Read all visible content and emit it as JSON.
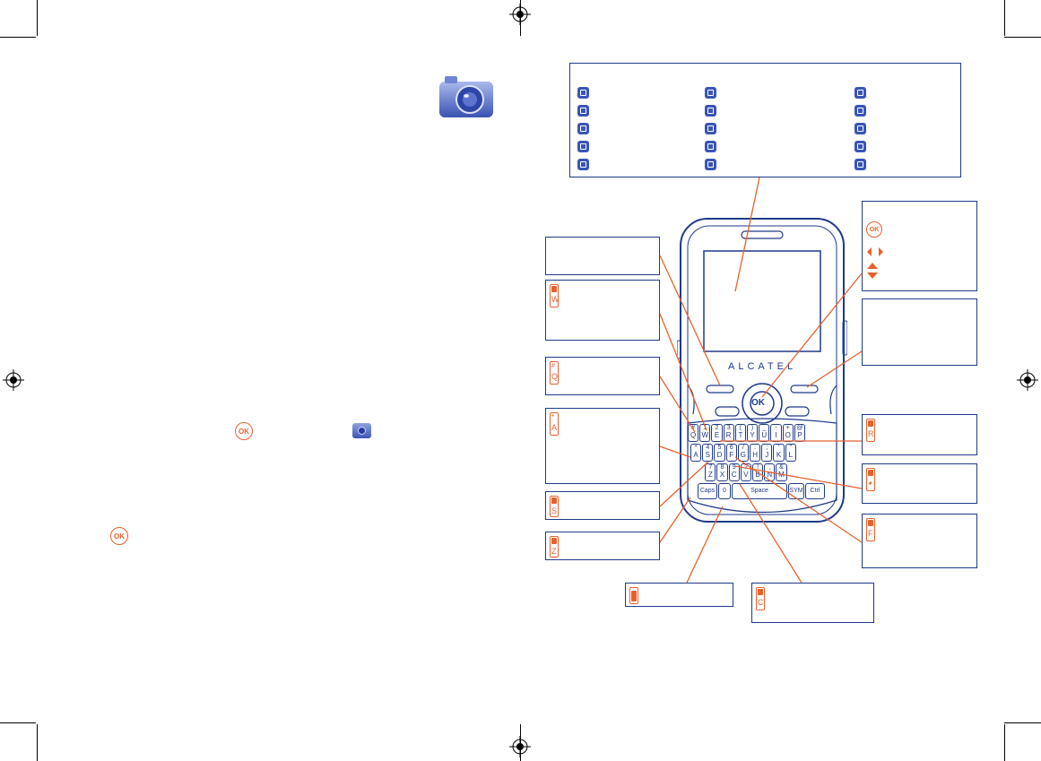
{
  "colors": {
    "accent_orange": "#e8612c",
    "phone_blue": "#1f3a8a",
    "icon_blue": "#3a55b8"
  },
  "phone": {
    "brand": "ALCATEL",
    "center_key": "OK",
    "keys_row1": [
      {
        "top": "#",
        "bottom": "Q"
      },
      {
        "top": "1",
        "bottom": "W"
      },
      {
        "top": "2",
        "bottom": "E"
      },
      {
        "top": "3",
        "bottom": "R"
      },
      {
        "top": "(",
        "bottom": "T"
      },
      {
        "top": ")",
        "bottom": "Y"
      },
      {
        "top": "_",
        "bottom": "U"
      },
      {
        "top": "-",
        "bottom": "I"
      },
      {
        "top": "+",
        "bottom": "O"
      },
      {
        "top": "@",
        "bottom": "P"
      }
    ],
    "keys_row2": [
      {
        "top": "*",
        "bottom": "A"
      },
      {
        "top": "4",
        "bottom": "S"
      },
      {
        "top": "5",
        "bottom": "D"
      },
      {
        "top": "6",
        "bottom": "F"
      },
      {
        "top": "/",
        "bottom": "G"
      },
      {
        "top": ":",
        "bottom": "H"
      },
      {
        "top": ";",
        "bottom": "J"
      },
      {
        "top": "'",
        "bottom": "K"
      },
      {
        "top": "\"",
        "bottom": "L"
      }
    ],
    "keys_row3": [
      {
        "top": "7",
        "bottom": "Z"
      },
      {
        "top": "8",
        "bottom": "X"
      },
      {
        "top": "9",
        "bottom": "C"
      },
      {
        "top": "?",
        "bottom": "V"
      },
      {
        "top": "!",
        "bottom": "B"
      },
      {
        "top": ",",
        "bottom": "N"
      },
      {
        "top": "&",
        "bottom": "M"
      }
    ],
    "bottom_row": {
      "caps": "Caps",
      "zero": "0",
      "space": "Space",
      "sym": "SYM",
      "ctrl": "Ctrl"
    }
  },
  "callouts": {
    "w_key": "W",
    "q_key": "Q",
    "a_key": "A",
    "s_key": "S",
    "z_key": "Z",
    "r_key": "R",
    "f_key": "F",
    "c_key": "C",
    "ok_key": "OK"
  },
  "icon_legend": [
    [
      "resolution-icon",
      "night-mode-icon",
      "quality-icon"
    ],
    [
      "help-icon",
      "brightness-icon",
      "save-icon"
    ],
    [
      "white-balance-icon",
      "contrast-icon",
      "frame-icon"
    ],
    [
      "timer-icon",
      "effects-icon",
      "storage-icon"
    ],
    [
      "flash-icon",
      "border-icon",
      "upload-icon"
    ]
  ]
}
